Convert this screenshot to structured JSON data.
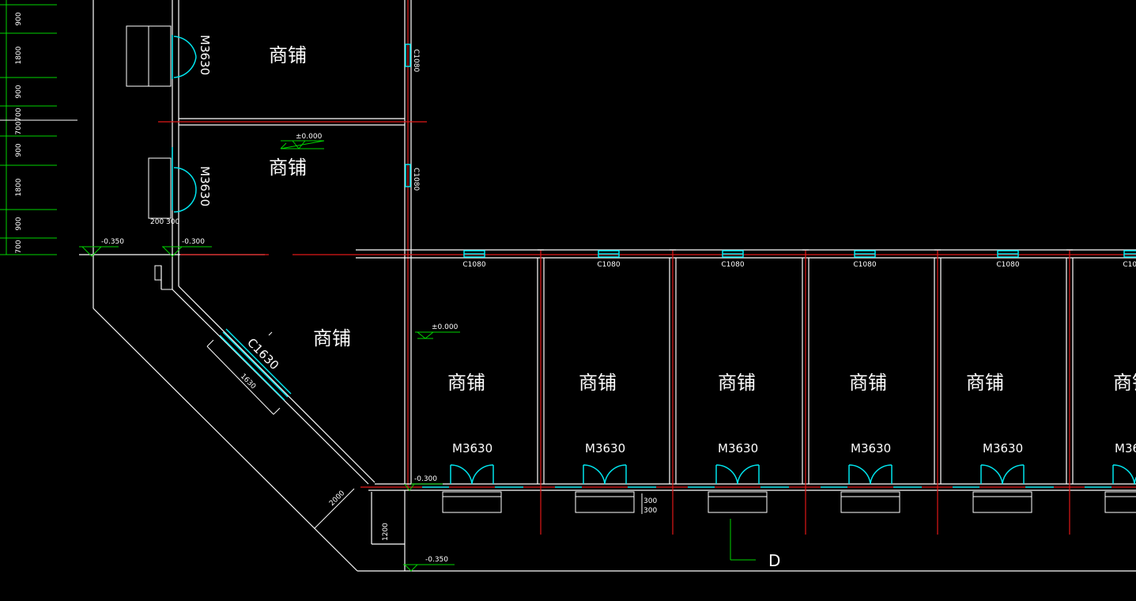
{
  "drawing": {
    "room_label": "商铺",
    "door_label": "M3630",
    "window_top": "C1080",
    "window_diag": "C1630",
    "window_vert": "C1080",
    "elev_zero": "±0.000",
    "elev_m030": "-0.300",
    "elev_m035": "-0.350",
    "axis_label": "D"
  },
  "left_dims": [
    "900",
    "1800",
    "900",
    "700",
    "900",
    "1800",
    "900",
    "700"
  ],
  "colors": {
    "background": "#000000",
    "walls": "#ffffff",
    "axes": "#e01818",
    "openings": "#00e5ee",
    "dimensions": "#00d400"
  }
}
